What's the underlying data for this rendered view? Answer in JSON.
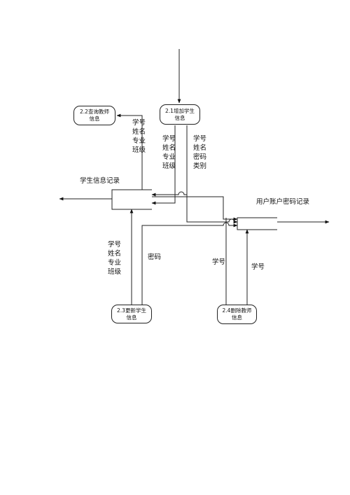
{
  "processes": {
    "query_teacher": {
      "line1": "2.2查询教师",
      "line2": "信息"
    },
    "add_student": {
      "line1": "2.1增加学生",
      "line2": "信息"
    },
    "update_student": {
      "line1": "2.3更新学生",
      "line2": "信息"
    },
    "delete_teacher": {
      "line1": "2.4删除教师",
      "line2": "信息"
    }
  },
  "stores": {
    "student_info": "学生信息记录",
    "user_account": "用户账户密码记录"
  },
  "flows": {
    "to_query": [
      "学号",
      "姓名",
      "专业",
      "班级"
    ],
    "add_mid": [
      "学号",
      "姓名",
      "专业",
      "班级"
    ],
    "add_right": [
      "学号",
      "姓名",
      "密码",
      "类别"
    ],
    "update_left": [
      "学号",
      "姓名",
      "专业",
      "班级"
    ],
    "update_pwd": "密码",
    "delete_id": "学号",
    "account_id": "学号"
  }
}
